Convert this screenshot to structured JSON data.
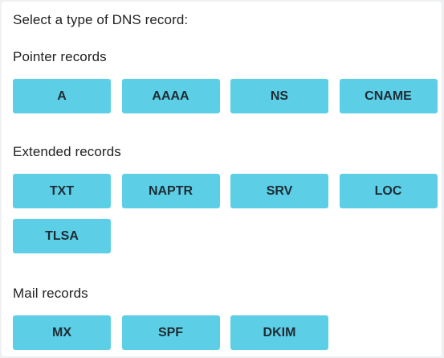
{
  "prompt": "Select a type of DNS record:",
  "sections": [
    {
      "title": "Pointer records",
      "buttons": [
        "A",
        "AAAA",
        "NS",
        "CNAME"
      ]
    },
    {
      "title": "Extended records",
      "buttons": [
        "TXT",
        "NAPTR",
        "SRV",
        "LOC",
        "TLSA"
      ]
    },
    {
      "title": "Mail records",
      "buttons": [
        "MX",
        "SPF",
        "DKIM"
      ]
    }
  ],
  "colors": {
    "button_bg": "#5ccfe6",
    "button_text": "#1f2b33",
    "text": "#222222"
  }
}
